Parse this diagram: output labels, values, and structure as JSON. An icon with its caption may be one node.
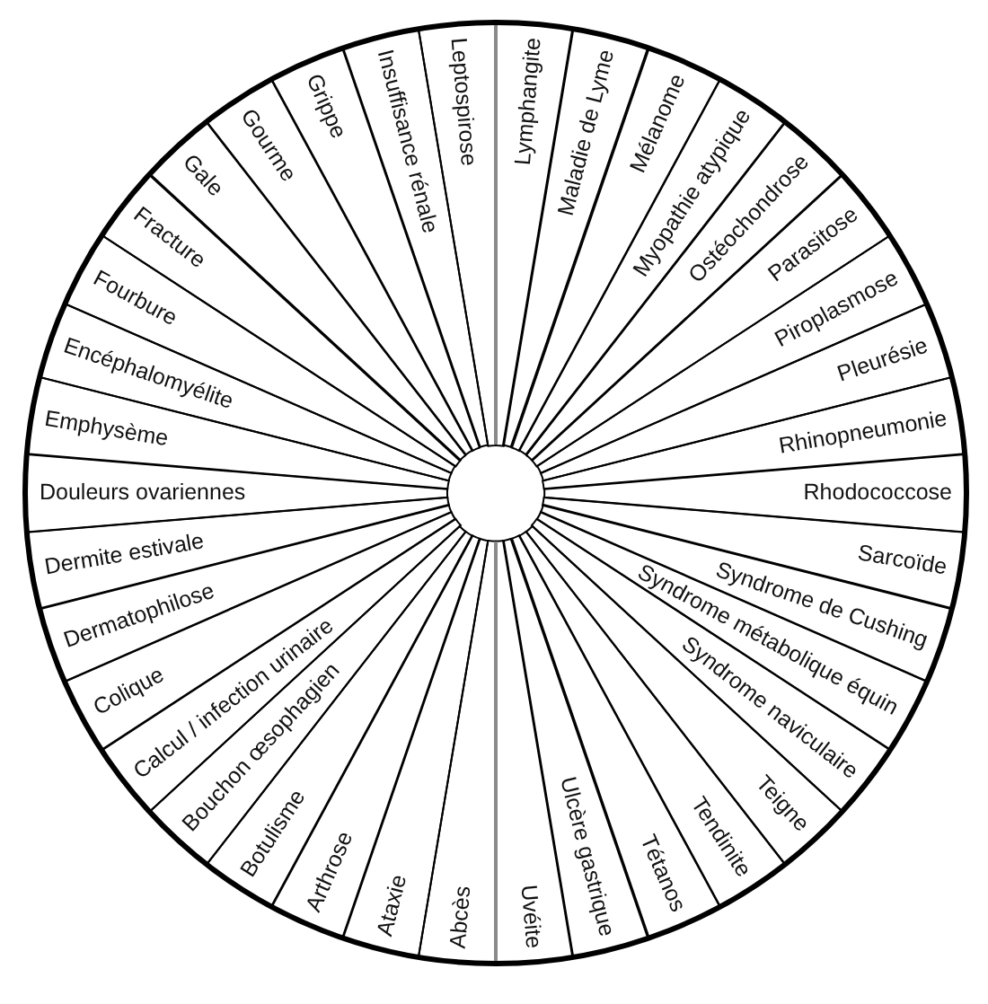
{
  "diagram": {
    "nodes": [
      {
        "text": [
          "Abcès"
        ]
      },
      {
        "text": [
          "Ataxie"
        ]
      },
      {
        "text": [
          "Arthrose"
        ]
      },
      {
        "text": [
          "Botulisme"
        ]
      },
      {
        "text": [
          "Bouchon œsophagien"
        ]
      },
      {
        "text": [
          "Calcul / infection urinaire"
        ]
      },
      {
        "text": [
          "Colique"
        ]
      },
      {
        "text": [
          "Dermatophilose"
        ]
      },
      {
        "text": [
          "Dermite estivale"
        ]
      },
      {
        "text": [
          "Douleurs ovariennes"
        ]
      },
      {
        "text": [
          "Emphysème"
        ]
      },
      {
        "text": [
          "Encéphalomyélite"
        ]
      },
      {
        "text": [
          "Fourbure"
        ]
      },
      {
        "text": [
          "Fracture"
        ]
      },
      {
        "text": [
          "Gale"
        ]
      },
      {
        "text": [
          "Gourme"
        ]
      },
      {
        "text": [
          "Grippe"
        ]
      },
      {
        "text": [
          "Insuffisance rénale"
        ]
      },
      {
        "text": [
          "Leptospirose"
        ]
      },
      {
        "text": [
          "Lymphangite"
        ]
      },
      {
        "text": [
          "Maladie de Lyme"
        ]
      },
      {
        "text": [
          "Mélanome"
        ]
      },
      {
        "text": [
          "Myopathie atypique"
        ]
      },
      {
        "text": [
          "Ostéochondrose"
        ]
      },
      {
        "text": [
          "Parasitose"
        ]
      },
      {
        "text": [
          "Piroplasmose"
        ]
      },
      {
        "text": [
          "Pleurésie"
        ]
      },
      {
        "text": [
          "Rhinopneumonie"
        ]
      },
      {
        "text": [
          "Rhodococcose"
        ]
      },
      {
        "text": [
          "Sarcoïde"
        ]
      },
      {
        "text": [
          "Syndrome de Cushing"
        ]
      },
      {
        "text": [
          "Syndrome métabolique équin"
        ]
      },
      {
        "text": [
          "Syndrome naviculaire"
        ]
      },
      {
        "text": [
          "Teigne"
        ]
      },
      {
        "text": [
          "Tendinite"
        ]
      },
      {
        "text": [
          "Tétanos"
        ]
      },
      {
        "text": [
          "Ulcère gastrique"
        ]
      },
      {
        "text": [
          "Uvéite"
        ]
      }
    ]
  }
}
